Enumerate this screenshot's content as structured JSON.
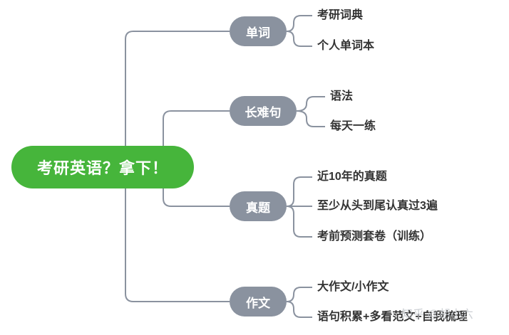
{
  "root": {
    "label": "考研英语？拿下！"
  },
  "branches": [
    {
      "label": "单词",
      "leaves": [
        "考研词典",
        "个人单词本"
      ]
    },
    {
      "label": "长难句",
      "leaves": [
        "语法",
        "每天一练"
      ]
    },
    {
      "label": "真题",
      "leaves": [
        "近10年的真题",
        "至少从头到尾认真过3遍",
        "考前预测套卷（训练）"
      ]
    },
    {
      "label": "作文",
      "leaves": [
        "大作文/小作文",
        "语句积累+多看范文+自我梳理"
      ]
    }
  ],
  "watermark": "知乎 @胡小六",
  "colors": {
    "root": "#46b53b",
    "branch": "#8a929f",
    "connector": "#8a929f",
    "text": "#333333"
  }
}
